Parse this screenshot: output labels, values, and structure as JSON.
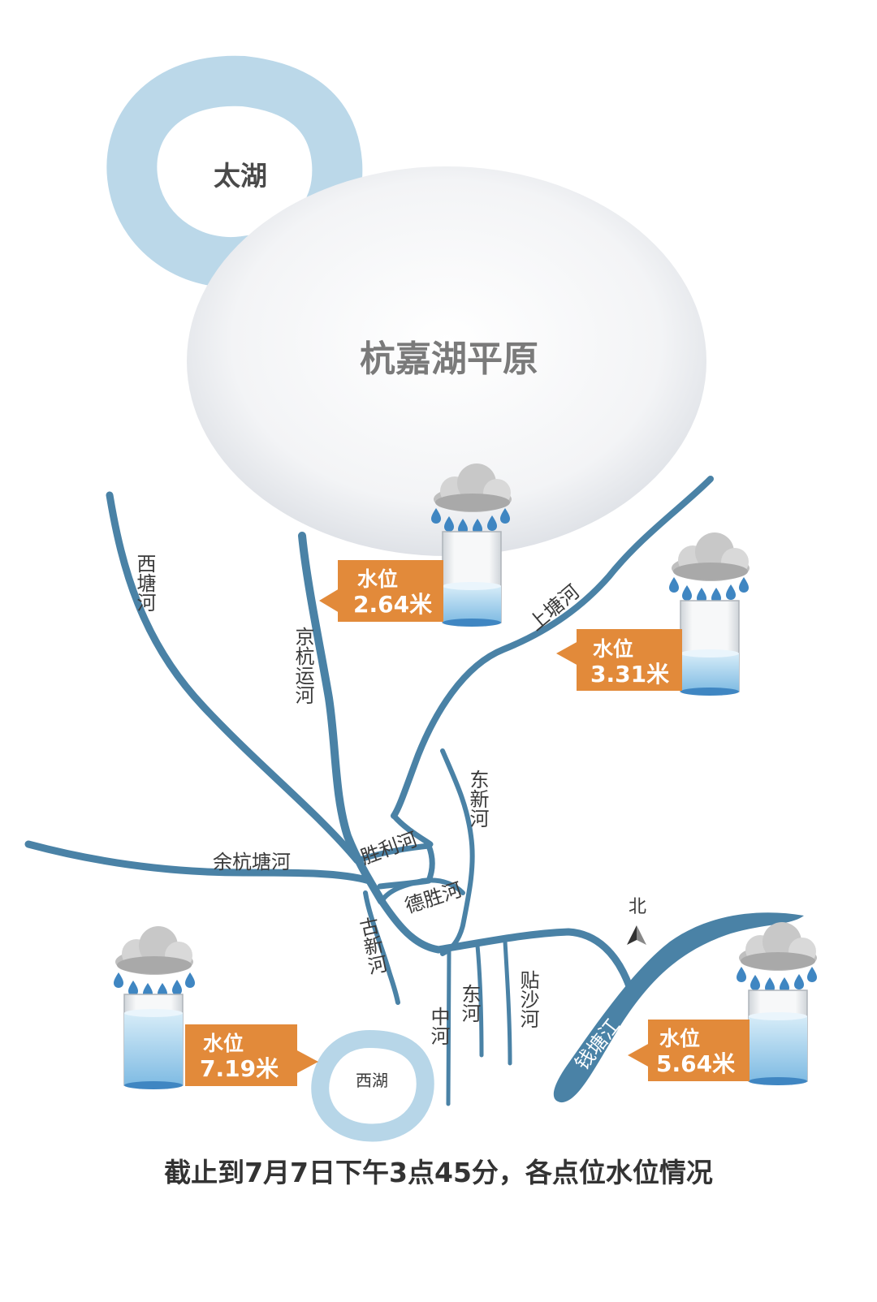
{
  "lakes": {
    "taihu": "太湖",
    "xihu": "西湖"
  },
  "plain": "杭嘉湖平原",
  "rivers": {
    "xitang": "西塘河",
    "jinghang": "京杭运河",
    "shangtang": "上塘河",
    "dongxin": "东新河",
    "shengli": "胜利河",
    "yuhangtang": "余杭塘河",
    "desheng": "德胜河",
    "guxin": "古新河",
    "zhong": "中河",
    "dong": "东河",
    "tiesha": "贴沙河",
    "qiantang": "钱塘江"
  },
  "north_label": "北",
  "gauges": [
    {
      "id": "jinghang",
      "label": "水位",
      "value": "2.64米"
    },
    {
      "id": "shangtang",
      "label": "水位",
      "value": "3.31米"
    },
    {
      "id": "xihu",
      "label": "水位",
      "value": "7.19米"
    },
    {
      "id": "qiantang",
      "label": "水位",
      "value": "5.64米"
    }
  ],
  "caption": "截止到7月7日下午3点45分，各点位水位情况",
  "colors": {
    "river": "#4a82a6",
    "lake": "#b7d6e8",
    "plain": "#eef0f3",
    "label_box": "#e28a3a",
    "water": "#5aa4d6",
    "cloud": "#c9c9c9",
    "raindrop": "#3f86c2"
  }
}
